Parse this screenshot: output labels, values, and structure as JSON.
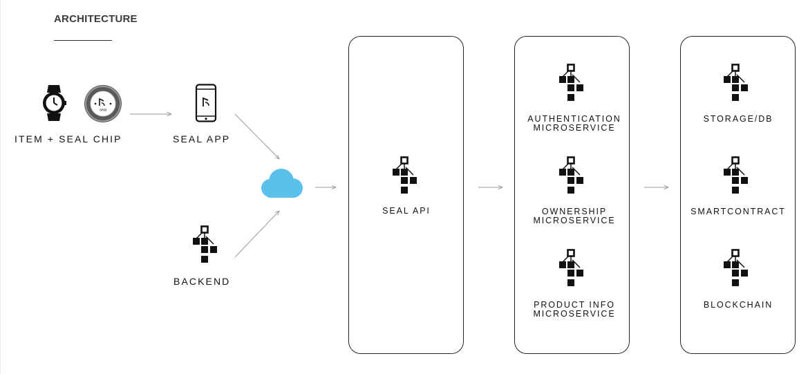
{
  "header": {
    "title": "ARCHITECTURE"
  },
  "sources": {
    "item_label": "ITEM + SEAL CHIP",
    "seal_chip_text": "seal",
    "app_label": "SEAL APP",
    "backend_label": "BACKEND"
  },
  "columns": {
    "api": {
      "label": "SEAL API"
    },
    "microservices": [
      {
        "label": "AUTHENTICATION\nMICROSERVICE"
      },
      {
        "label": "OWNERSHIP\nMICROSERVICE"
      },
      {
        "label": "PRODUCT INFO\nMICROSERVICE"
      }
    ],
    "ledger": [
      {
        "label": "STORAGE/DB"
      },
      {
        "label": "SMARTCONTRACT"
      },
      {
        "label": "BLOCKCHAIN"
      }
    ]
  },
  "colors": {
    "cloud": "#5bc0ea",
    "arrow": "#9a9a9a",
    "ink": "#111111"
  },
  "icons": {
    "node": "hierarchy-icon",
    "watch": "watch-icon",
    "chip": "seal-chip-icon",
    "phone": "phone-icon",
    "cloud": "cloud-icon"
  }
}
